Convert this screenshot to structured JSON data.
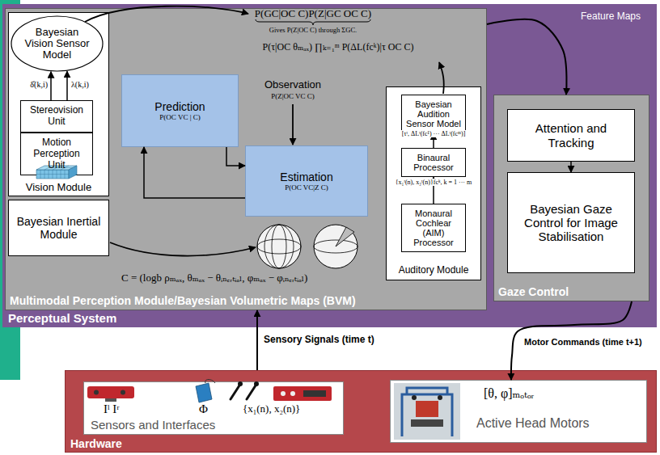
{
  "diagram": {
    "nodes": [
      {
        "text": [
          "Perceptual System"
        ]
      },
      {
        "text": [
          "Multimodal Perception Module/Bayesian Volumetric Maps (BVM)"
        ],
        "in": 0
      },
      {
        "text": [
          "Vision Module"
        ],
        "in": 1
      },
      {
        "text": [
          "Bayesian Vision Sensor Model"
        ],
        "in": 2
      },
      {
        "text": [
          "Stereovision Unit"
        ],
        "in": 2
      },
      {
        "text": [
          "Motion Perception Unit"
        ],
        "in": 2
      },
      {
        "text": [
          "Bayesian Inertial Module"
        ],
        "in": 1
      },
      {
        "text": [
          "Prediction",
          "P(OC VC | C)"
        ],
        "in": 1
      },
      {
        "text": [
          "Estimation",
          "P(OC VC|Z C)"
        ],
        "in": 1
      },
      {
        "text": [
          "Auditory Module"
        ],
        "in": 1
      },
      {
        "text": [
          "Bayesian Audition Sensor Model"
        ],
        "in": 9
      },
      {
        "text": [
          "Binaural Processor"
        ],
        "in": 9
      },
      {
        "text": [
          "Monaural Cochlear (AIM) Processor"
        ],
        "in": 9
      },
      {
        "text": [
          "Gaze Control"
        ],
        "in": 0
      },
      {
        "text": [
          "Attention and Tracking"
        ],
        "in": 13
      },
      {
        "text": [
          "Bayesian Gaze Control for Image Stabilisation"
        ],
        "in": 13
      },
      {
        "text": [
          "Hardware"
        ]
      },
      {
        "text": [
          "Sensors and Interfaces"
        ],
        "in": 16
      },
      {
        "text": [
          "Active Head Motors"
        ],
        "in": 16
      }
    ],
    "edges": [
      {
        "from": 4,
        "to": 3,
        "label": "δ̂(k,i)",
        "arrow": "to"
      },
      {
        "from": 4,
        "to": 3,
        "label": "λ(k,i)",
        "arrow": "to"
      },
      {
        "from": 7,
        "to": 8,
        "arrow": "to"
      },
      {
        "from": 8,
        "to": 7,
        "arrow": "to"
      },
      {
        "from": 12,
        "to": 11,
        "label": "{x₁ᵗ(n), x₂ᵗ(n)}fcᵏ, k = 1 ··· m",
        "arrow": "to"
      },
      {
        "from": 11,
        "to": 10,
        "label": "[τᵗ, ΔLᵗ(fc¹) ··· ΔLᵗ(fcᵐ)]",
        "arrow": "to"
      },
      {
        "from": 14,
        "to": 15,
        "arrow": "to"
      },
      {
        "from": 1,
        "to": 13,
        "label": "Feature Maps",
        "arrow": "to"
      },
      {
        "from": 16,
        "to": 1,
        "label": "Sensory Signals (time t)",
        "arrow": "to"
      },
      {
        "from": 13,
        "to": 18,
        "label": "Motor Commands (time t+1)",
        "arrow": "to"
      }
    ],
    "labels": [
      "P(GC|OC C)P(Z|GC OC C)",
      "Gives P(Z|OC C) through ΣGC.",
      "P(τ|OC θₘₐₓ) ∏ₖ₌₁ᵐ P(ΔL(fcᵏ)|τ OC C)",
      "Observation",
      "P(Z|OC VC C)",
      "C = (logb ρₘₐₓ, θₘₐₓ − θᵢₙₑᵣₜᵢₐₗ, φₘₐₓ − φᵢₙₑᵣₜᵢₐₗ)",
      "Iˡ Iʳ",
      "Φ",
      "{x₁(n), x₂(n)}",
      "[θ, φ]ₘₒₜₒᵣ"
    ]
  }
}
